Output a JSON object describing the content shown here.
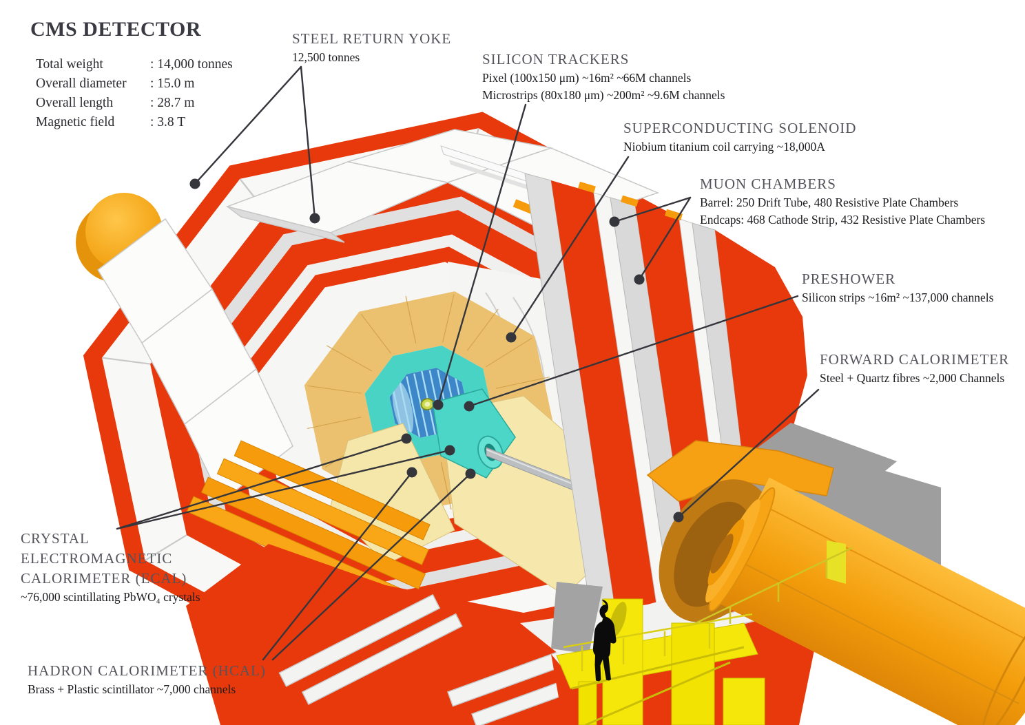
{
  "title": "CMS DETECTOR",
  "specs": [
    {
      "label": "Total weight",
      "value": ": 14,000 tonnes"
    },
    {
      "label": "Overall diameter",
      "value": ": 15.0 m"
    },
    {
      "label": "Overall length",
      "value": ": 28.7 m"
    },
    {
      "label": "Magnetic field",
      "value": ": 3.8 T"
    }
  ],
  "labels": {
    "steel_return_yoke": {
      "heading": "STEEL RETURN YOKE",
      "lines": [
        "12,500 tonnes"
      ]
    },
    "silicon_trackers": {
      "heading": "SILICON TRACKERS",
      "lines": [
        "Pixel (100x150 μm) ~16m² ~66M channels",
        "Microstrips (80x180 μm) ~200m² ~9.6M channels"
      ]
    },
    "superconducting_solenoid": {
      "heading": "SUPERCONDUCTING SOLENOID",
      "lines": [
        "Niobium titanium coil carrying ~18,000A"
      ]
    },
    "muon_chambers": {
      "heading": "MUON CHAMBERS",
      "lines": [
        "Barrel: 250 Drift Tube, 480 Resistive Plate Chambers",
        "Endcaps: 468 Cathode Strip, 432 Resistive Plate Chambers"
      ]
    },
    "preshower": {
      "heading": "PRESHOWER",
      "lines": [
        "Silicon strips ~16m² ~137,000 channels"
      ]
    },
    "forward_calorimeter": {
      "heading": "FORWARD CALORIMETER",
      "lines": [
        "Steel + Quartz fibres ~2,000 Channels"
      ]
    },
    "ecal": {
      "heading_lines": [
        "CRYSTAL",
        "ELECTROMAGNETIC",
        "CALORIMETER (ECAL)"
      ],
      "lines": [
        "~76,000 scintillating PbWO₄ crystals"
      ]
    },
    "hcal": {
      "heading": "HADRON CALORIMETER (HCAL)",
      "lines": [
        "Brass + Plastic scintillator ~7,000 channels"
      ]
    }
  },
  "colors": {
    "yoke_red": "#e8390c",
    "accent_orange": "#f59b0c",
    "ecal_tan": "#ebc170",
    "hcal_pale_yellow": "#f6e8ac",
    "tracker_teal": "#49d3c5",
    "tracker_blue": "#3d86c8",
    "platform_yellow": "#f5e607",
    "shadow_gray": "#9e9e9e",
    "leader_line": "#35353c"
  }
}
